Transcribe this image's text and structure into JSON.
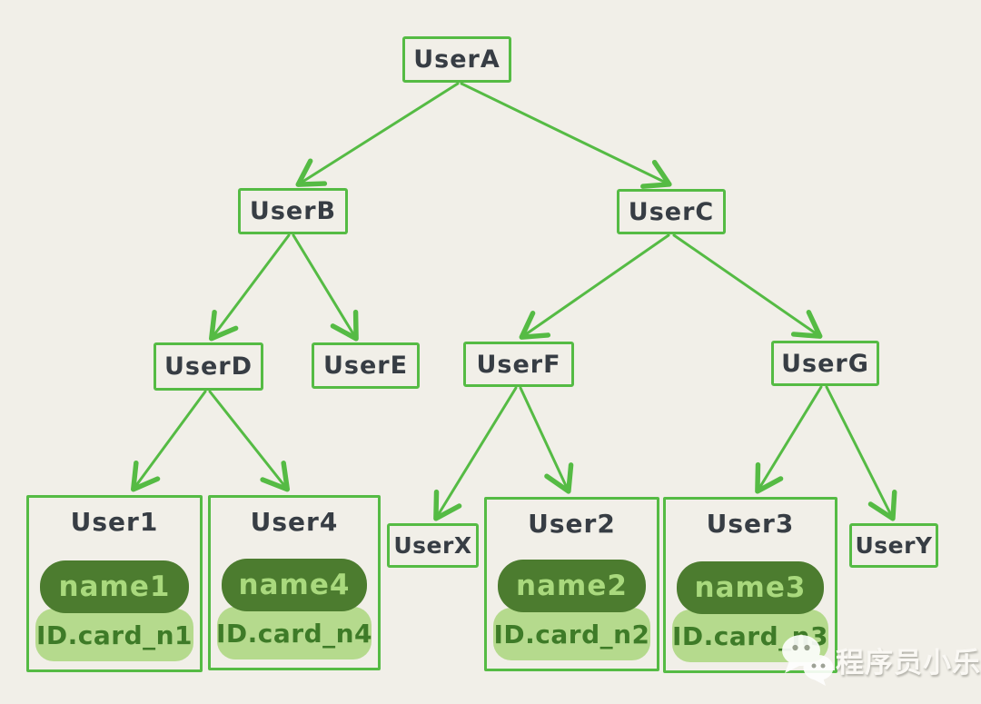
{
  "colors": {
    "background": "#f1efe8",
    "accent_green": "#55bb44",
    "node_text": "#373d44",
    "name_pill_bg": "#4c7c2f",
    "name_pill_text": "#a9d97d",
    "id_pill_bg": "#b5da8d",
    "id_pill_text": "#3e7b28"
  },
  "nodes": {
    "userA": {
      "label": "UserA"
    },
    "userB": {
      "label": "UserB"
    },
    "userC": {
      "label": "UserC"
    },
    "userD": {
      "label": "UserD"
    },
    "userE": {
      "label": "UserE"
    },
    "userF": {
      "label": "UserF"
    },
    "userG": {
      "label": "UserG"
    },
    "userX": {
      "label": "UserX"
    },
    "userY": {
      "label": "UserY"
    }
  },
  "cards": {
    "user1": {
      "title": "User1",
      "name": "name1",
      "id_card": "ID.card_n1"
    },
    "user4": {
      "title": "User4",
      "name": "name4",
      "id_card": "ID.card_n4"
    },
    "user2": {
      "title": "User2",
      "name": "name2",
      "id_card": "ID.card_n2"
    },
    "user3": {
      "title": "User3",
      "name": "name3",
      "id_card": "ID.card_n3"
    }
  },
  "edges": [
    [
      "UserA",
      "UserB"
    ],
    [
      "UserA",
      "UserC"
    ],
    [
      "UserB",
      "UserD"
    ],
    [
      "UserB",
      "UserE"
    ],
    [
      "UserC",
      "UserF"
    ],
    [
      "UserC",
      "UserG"
    ],
    [
      "UserD",
      "User1"
    ],
    [
      "UserD",
      "User4"
    ],
    [
      "UserF",
      "UserX"
    ],
    [
      "UserF",
      "User2"
    ],
    [
      "UserG",
      "User3"
    ],
    [
      "UserG",
      "UserY"
    ]
  ],
  "watermark": {
    "label": "程序员小乐",
    "icon": "wechat-icon"
  }
}
